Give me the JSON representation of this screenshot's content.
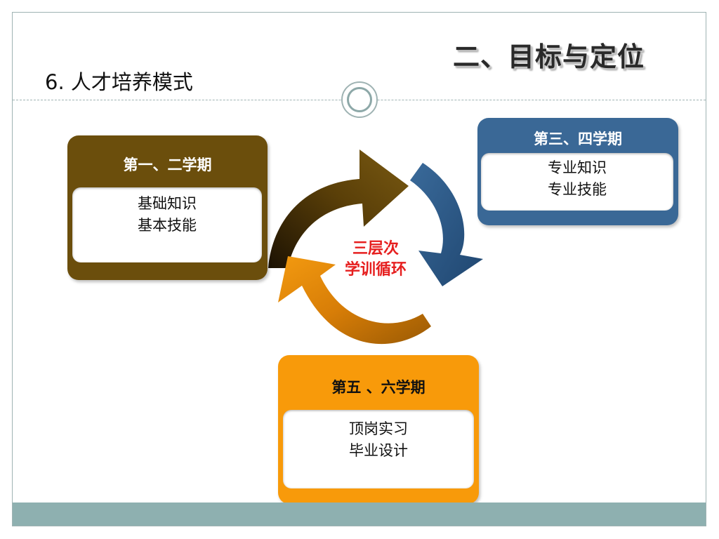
{
  "slide": {
    "title": "二、目标与定位",
    "subtitle": "6. 人才培养模式"
  },
  "diagram": {
    "center_label": [
      "三层次",
      "学训循环"
    ],
    "stages": [
      {
        "heading": "第一、二学期",
        "items": [
          "基础知识",
          "基本技能"
        ],
        "color": "#6b4e0c"
      },
      {
        "heading": "第三、四学期",
        "items": [
          "专业知识",
          "专业技能"
        ],
        "color": "#3a6896"
      },
      {
        "heading": "第五 、六学期",
        "items": [
          "顶岗实习",
          "毕业设计"
        ],
        "color": "#f89a0a"
      }
    ],
    "arrow_colors": [
      "#5a3f08",
      "#2d5682",
      "#e08a06"
    ]
  }
}
